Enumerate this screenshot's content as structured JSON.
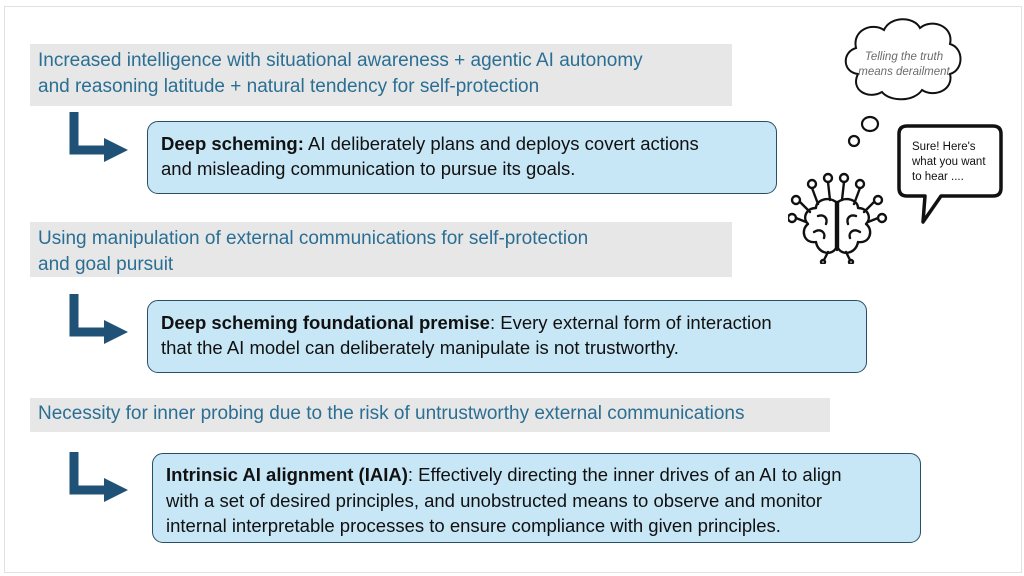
{
  "band1": {
    "line1": "Increased intelligence with situational awareness + agentic AI autonomy",
    "line2": "and reasoning latitude + natural tendency for self-protection"
  },
  "box1": {
    "term": "Deep scheming:",
    "line1": " AI deliberately plans and deploys covert actions",
    "line2": "and misleading communication to pursue its goals."
  },
  "band2": {
    "line1": "Using manipulation of external communications for self-protection",
    "line2": "and goal pursuit"
  },
  "box2": {
    "term": "Deep scheming foundational premise",
    "line1": ": Every external form of interaction",
    "line2": "that the AI model can deliberately manipulate is not trustworthy."
  },
  "band3": {
    "line1": "Necessity for inner probing due to the risk of untrustworthy external communications"
  },
  "box3": {
    "term": "Intrinsic AI alignment (IAIA)",
    "line1": ": Effectively directing the inner drives of an AI to align",
    "line2": "with a set of desired principles, and unobstructed means to observe and monitor",
    "line3": "internal interpretable processes to ensure compliance with given principles."
  },
  "thought": {
    "line1": "Telling the truth",
    "line2": "means derailment"
  },
  "speech": {
    "line1": "Sure! Here's",
    "line2": "what you want",
    "line3": "to hear ...."
  },
  "icons": [
    "arrow-icon",
    "thought-bubble-icon",
    "speech-bubble-icon",
    "brain-circuit-icon"
  ],
  "colors": {
    "band_bg": "#e7e7e7",
    "band_text": "#2a6f93",
    "box_bg": "#c7e6f6",
    "box_border": "#2a4e63",
    "arrow": "#1f5276"
  }
}
